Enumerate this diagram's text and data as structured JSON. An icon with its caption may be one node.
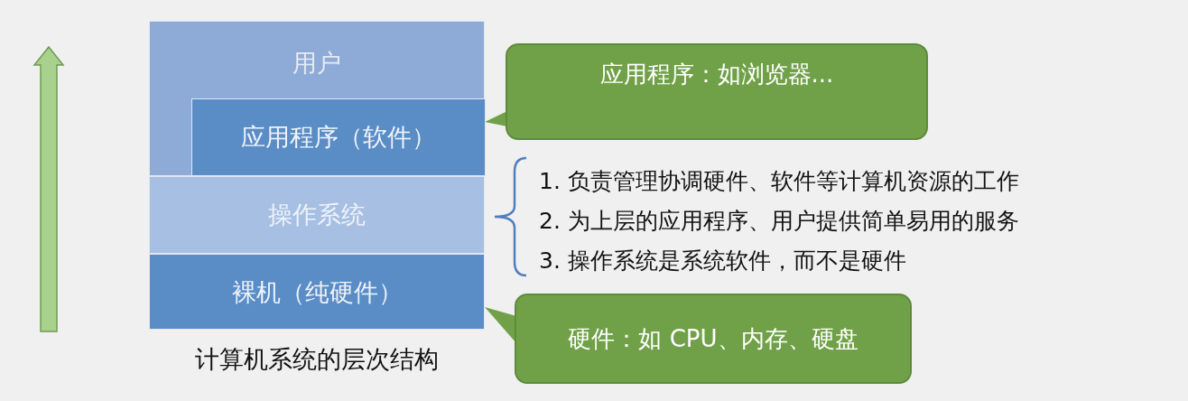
{
  "diagram": {
    "caption": "计算机系统的层次结构",
    "nodes": [
      {
        "text": [
          "用户"
        ]
      },
      {
        "text": [
          "应用程序（软件）"
        ],
        "in": 0
      },
      {
        "text": [
          "操作系统"
        ]
      },
      {
        "text": [
          "裸机（纯硬件）"
        ]
      },
      {
        "text": [
          "应用程序：如浏览器..."
        ]
      },
      {
        "text": [
          "硬件：如 CPU、内存、硬盘"
        ]
      }
    ],
    "labels": [
      "1. 负责管理协调硬件、软件等计算机资源的工作",
      "2. 为上层的应用程序、用户提供简单易用的服务",
      "3. 操作系统是系统软件，而不是硬件"
    ]
  }
}
